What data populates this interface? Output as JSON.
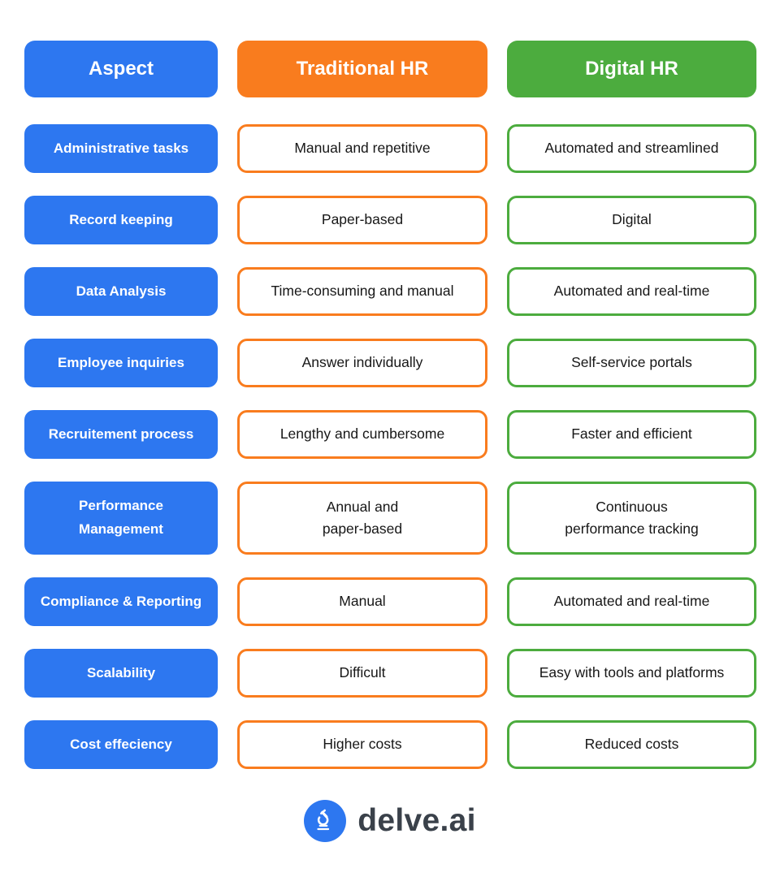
{
  "colors": {
    "blue": "#2D77F0",
    "orange": "#F97C1E",
    "green": "#4CAC3E",
    "text_dark": "#171717",
    "logo_text": "#3A414A"
  },
  "header": {
    "aspect": "Aspect",
    "traditional": "Traditional HR",
    "digital": "Digital HR"
  },
  "rows": [
    {
      "aspect": "Administrative tasks",
      "traditional": "Manual and repetitive",
      "digital": "Automated and streamlined"
    },
    {
      "aspect": "Record keeping",
      "traditional": "Paper-based",
      "digital": "Digital"
    },
    {
      "aspect": "Data Analysis",
      "traditional": "Time-consuming and manual",
      "digital": "Automated and real-time"
    },
    {
      "aspect": "Employee inquiries",
      "traditional": "Answer individually",
      "digital": "Self-service portals"
    },
    {
      "aspect": "Recruitement process",
      "traditional": "Lengthy and cumbersome",
      "digital": "Faster and efficient"
    },
    {
      "aspect": "Performance\nManagement",
      "traditional": "Annual and\npaper-based",
      "digital": "Continuous\nperformance tracking"
    },
    {
      "aspect": "Compliance & Reporting",
      "traditional": "Manual",
      "digital": "Automated and real-time"
    },
    {
      "aspect": "Scalability",
      "traditional": "Difficult",
      "digital": "Easy with tools and platforms"
    },
    {
      "aspect": "Cost effeciency",
      "traditional": "Higher costs",
      "digital": "Reduced costs"
    }
  ],
  "footer": {
    "brand": "delve.ai",
    "logo_icon": "microscope-icon"
  }
}
